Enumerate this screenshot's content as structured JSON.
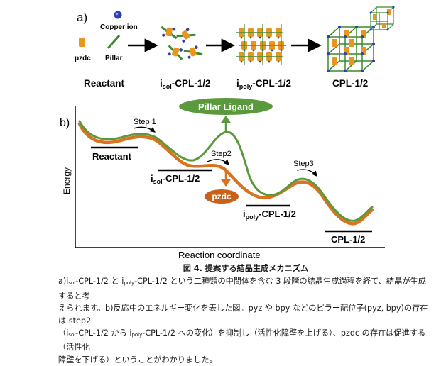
{
  "panel_a": {
    "label": "a)",
    "legend": {
      "copper_ion": "Copper ion",
      "pzdc": "pzdc",
      "pillar": "Pillar"
    },
    "stages": {
      "reactant": "Reactant",
      "isol_prefix": "i",
      "isol_sub": "sol",
      "isol_suffix": "-CPL-1/2",
      "ipoly_prefix": "i",
      "ipoly_sub": "poly",
      "ipoly_suffix": "-CPL-1/2",
      "product": "CPL-1/2"
    }
  },
  "panel_b": {
    "label": "b)",
    "y_axis_label": "Energy",
    "x_axis_label": "Reaction coordinate",
    "steps": [
      "Step 1",
      "Step2",
      "Step3"
    ],
    "pillar_ligand_label": "Pillar Ligand",
    "pzdc_label": "pzdc",
    "levels": {
      "reactant": "Reactant",
      "isol_prefix": "i",
      "isol_sub": "sol",
      "isol_suffix": "-CPL-1/2",
      "ipoly_prefix": "i",
      "ipoly_sub": "poly",
      "ipoly_suffix": "-CPL-1/2",
      "product": "CPL-1/2"
    },
    "colors": {
      "green_curve": "#5a9a3c",
      "orange_curve": "#d9731f",
      "pillar_ellipse": "#5a9a3c",
      "pzdc_ellipse": "#c9601a"
    }
  },
  "caption": {
    "title": "図 4. 提案する結晶生成メカニズム",
    "line1_a": "a)i",
    "line1_a_sub": "sol",
    "line1_b": "-CPL-1/2 と i",
    "line1_b_sub": "poly",
    "line1_c": "-CPL-1/2 という二種類の中間体を含む 3 段階の結晶生成過程を経て、結晶が生成すると考",
    "line2": "えられます。b)反応中のエネルギー変化を表した図。pyz や bpy などのピラー配位子(pyz, bpy)の存在は step2",
    "line3_a": "（i",
    "line3_a_sub": "sol",
    "line3_b": "-CPL-1/2 から i",
    "line3_b_sub": "poly",
    "line3_c": "-CPL-1/2 への変化）を抑制し（活性化障壁を上げる）、pzdc の存在は促進する（活性化",
    "line4": "障壁を下げる）ということがわかりました。"
  }
}
